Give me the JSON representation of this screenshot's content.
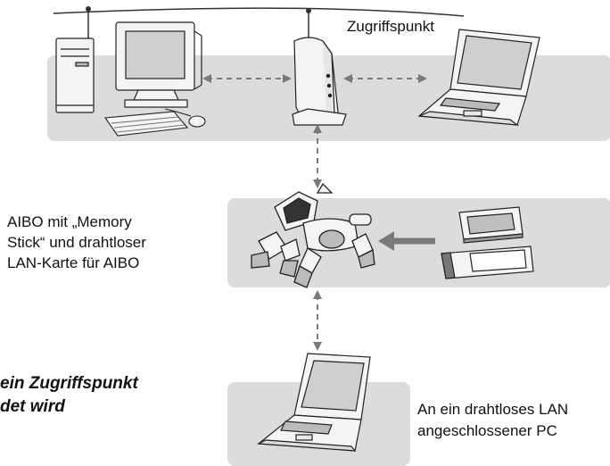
{
  "labels": {
    "access_point": "Zugriffspunkt",
    "aibo_line1": "AIBO mit „Memory",
    "aibo_line2": "Stick“ und drahtloser",
    "aibo_line3": "LAN-Karte für AIBO",
    "pc_line1": "An ein drahtloses LAN",
    "pc_line2": "angeschlossener PC",
    "heading_line1": "ein Zugriffspunkt",
    "heading_line2": "det wird"
  },
  "colors": {
    "panel": "#dcdcdc",
    "arrow": "#7a7a7a",
    "device_fill": "#f4f4f4",
    "outline": "#222222"
  }
}
